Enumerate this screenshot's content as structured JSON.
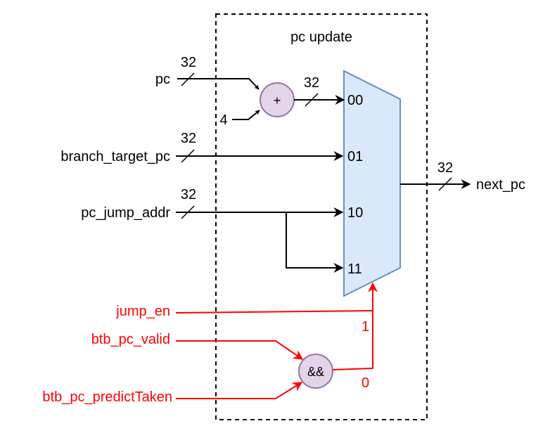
{
  "title": "pc update",
  "inputs": {
    "pc": "pc",
    "const_four": "4",
    "branch_target_pc": "branch_target_pc",
    "pc_jump_addr": "pc_jump_addr"
  },
  "control_inputs": {
    "jump_en": "jump_en",
    "btb_pc_valid": "btb_pc_valid",
    "btb_pc_predictTaken": "btb_pc_predictTaken"
  },
  "bus_width": "32",
  "adder_symbol": "+",
  "and_symbol": "&&",
  "mux_ports": [
    "00",
    "01",
    "10",
    "11"
  ],
  "select_bits": {
    "high": "1",
    "low": "0"
  },
  "output": "next_pc",
  "colors": {
    "control": "#ff0000",
    "mux_fill": "#dae8fc",
    "mux_stroke": "#6c8ebf",
    "gate_fill": "#e1d5e7",
    "gate_stroke": "#9673a6"
  }
}
